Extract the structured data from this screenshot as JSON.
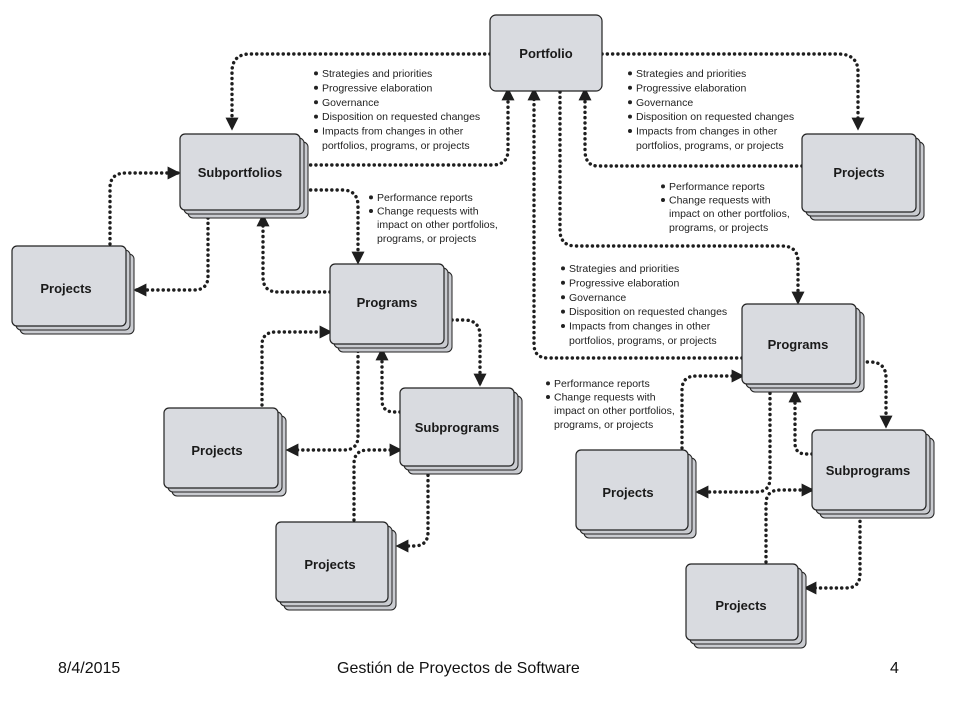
{
  "nodes": {
    "portfolio": "Portfolio",
    "subportfolios": "Subportfolios",
    "projects_right_top": "Projects",
    "projects_left": "Projects",
    "programs_left": "Programs",
    "programs_right": "Programs",
    "projects_left_mid": "Projects",
    "subprograms_left": "Subprograms",
    "projects_left_bottom": "Projects",
    "projects_right_mid": "Projects",
    "subprograms_right": "Subprograms",
    "projects_right_bottom": "Projects"
  },
  "notes": {
    "governance_left": [
      "Strategies and priorities",
      "Progressive elaboration",
      "Governance",
      "Disposition on requested changes",
      "Impacts from changes in other",
      "portfolios, programs, or projects"
    ],
    "governance_right": [
      "Strategies and priorities",
      "Progressive elaboration",
      "Governance",
      "Disposition on requested changes",
      "Impacts from changes in other",
      "portfolios, programs, or projects"
    ],
    "governance_mid": [
      "Strategies and priorities",
      "Progressive elaboration",
      "Governance",
      "Disposition on requested changes",
      "Impacts from changes in other",
      "portfolios, programs, or projects"
    ],
    "performance_left": [
      "Performance reports",
      "Change requests with",
      "impact on other portfolios,",
      "programs, or projects"
    ],
    "performance_right": [
      "Performance reports",
      "Change requests with",
      "impact on other portfolios,",
      "programs, or projects"
    ],
    "performance_mid": [
      "Performance reports",
      "Change requests with",
      "impact on other portfolios,",
      "programs, or projects"
    ]
  },
  "footer": {
    "date": "8/4/2015",
    "title": "Gestión de Proyectos de Software",
    "page": "4"
  }
}
